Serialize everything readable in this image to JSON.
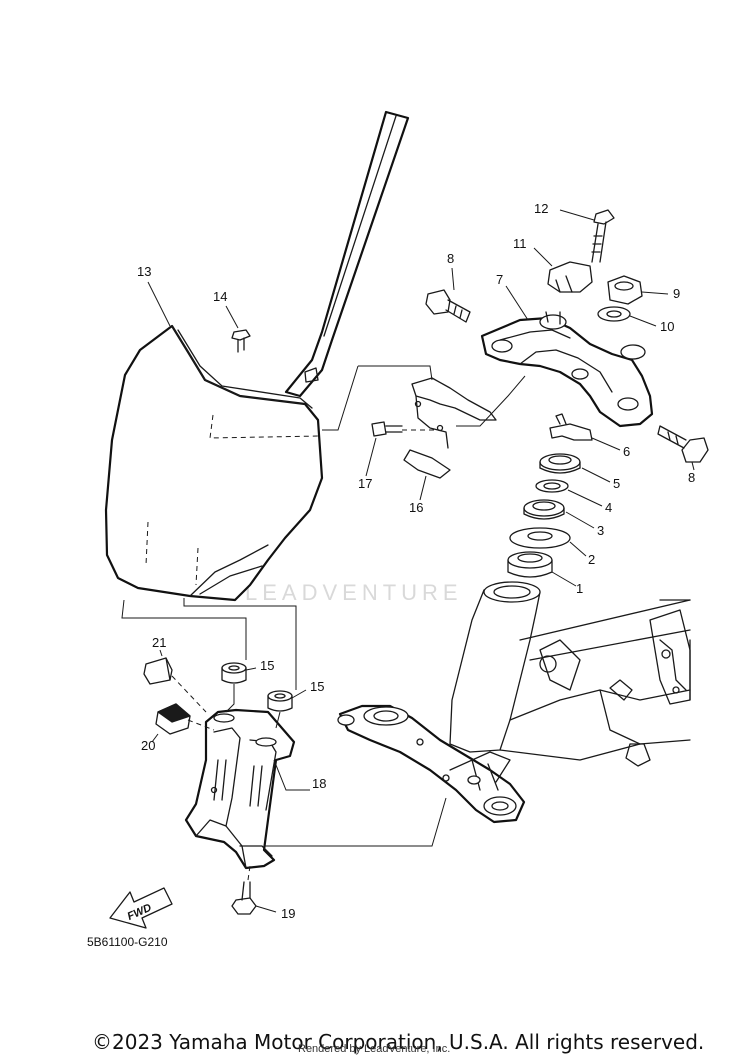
{
  "diagram": {
    "callouts": [
      {
        "id": "c1",
        "text": "1"
      },
      {
        "id": "c2",
        "text": "2"
      },
      {
        "id": "c3",
        "text": "3"
      },
      {
        "id": "c4",
        "text": "4"
      },
      {
        "id": "c5",
        "text": "5"
      },
      {
        "id": "c6",
        "text": "6"
      },
      {
        "id": "c7",
        "text": "7"
      },
      {
        "id": "c8a",
        "text": "8"
      },
      {
        "id": "c8b",
        "text": "8"
      },
      {
        "id": "c9",
        "text": "9"
      },
      {
        "id": "c10",
        "text": "10"
      },
      {
        "id": "c11",
        "text": "11"
      },
      {
        "id": "c12",
        "text": "12"
      },
      {
        "id": "c13",
        "text": "13"
      },
      {
        "id": "c14",
        "text": "14"
      },
      {
        "id": "c15a",
        "text": "15"
      },
      {
        "id": "c15b",
        "text": "15"
      },
      {
        "id": "c16",
        "text": "16"
      },
      {
        "id": "c17",
        "text": "17"
      },
      {
        "id": "c18",
        "text": "18"
      },
      {
        "id": "c19",
        "text": "19"
      },
      {
        "id": "c20",
        "text": "20"
      },
      {
        "id": "c21",
        "text": "21"
      }
    ],
    "fwd_label": "FWD",
    "diagram_code": "5B61100-G210",
    "watermark": "LEADVENTURE"
  },
  "footer": {
    "copyright": "©2023 Yamaha Motor Corporation, U.S.A. All rights reserved.",
    "rendered_by": "Rendered by LeadVenture, Inc."
  },
  "colors": {
    "line": "#1a1a1a",
    "background": "#ffffff",
    "watermark": "#d9d9d9"
  }
}
